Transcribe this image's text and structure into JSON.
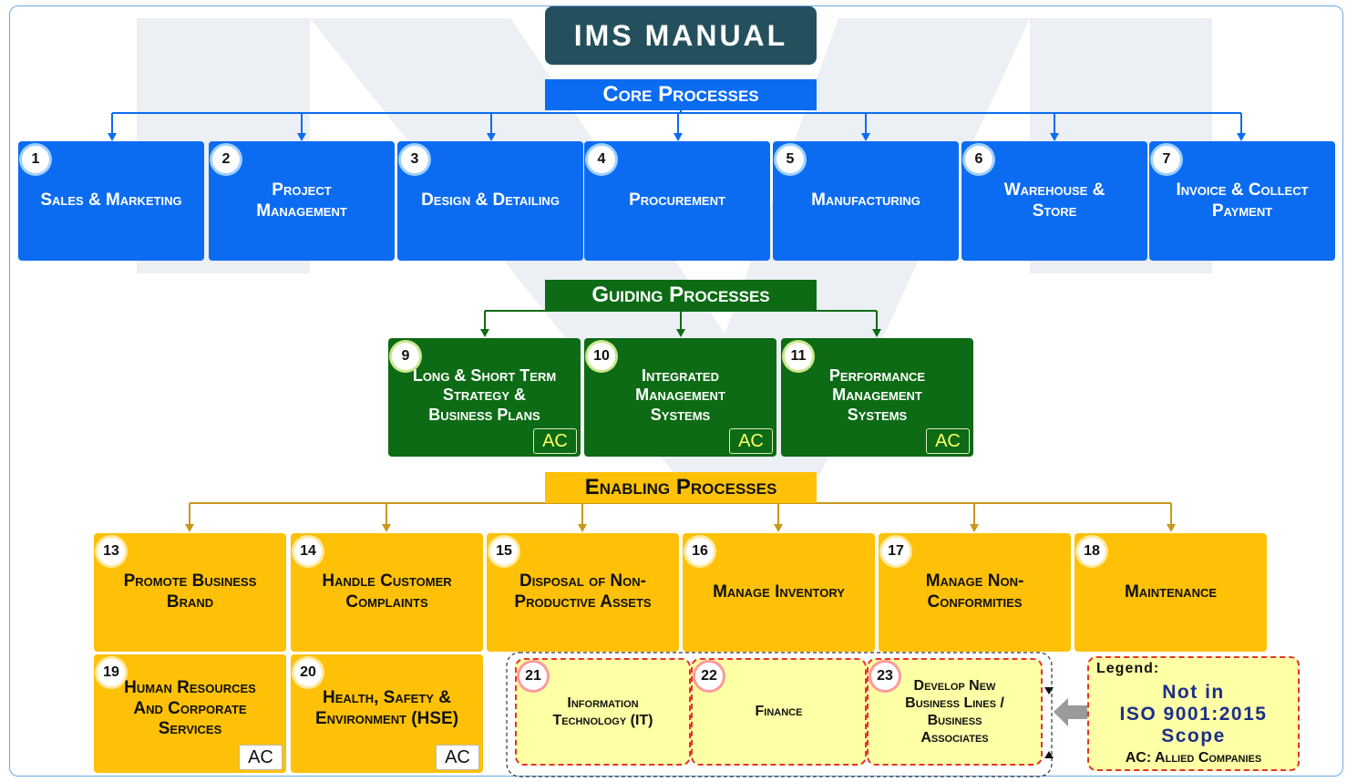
{
  "title": "IMS MANUAL",
  "colors": {
    "core": "#0b6cf2",
    "guiding": "#0c6b14",
    "enabling": "#fec107",
    "title_bg": "#24505e",
    "scope_fill": "#ffffa6",
    "scope_border": "#e53232"
  },
  "sections": {
    "core": {
      "label": "Core Processes",
      "items": [
        {
          "num": "1",
          "label": "Sales & Marketing"
        },
        {
          "num": "2",
          "label": "Project\nManagement"
        },
        {
          "num": "3",
          "label": "Design & Detailing"
        },
        {
          "num": "4",
          "label": "Procurement"
        },
        {
          "num": "5",
          "label": "Manufacturing"
        },
        {
          "num": "6",
          "label": "Warehouse &\nStore"
        },
        {
          "num": "7",
          "label": "Invoice & Collect\nPayment"
        }
      ]
    },
    "guiding": {
      "label": "Guiding Processes",
      "items": [
        {
          "num": "9",
          "label": "Long & Short Term\nStrategy &\nBusiness Plans",
          "tag": "AC"
        },
        {
          "num": "10",
          "label": "Integrated\nManagement\nSystems",
          "tag": "AC"
        },
        {
          "num": "11",
          "label": "Performance\nManagement\nSystems",
          "tag": "AC"
        }
      ]
    },
    "enabling": {
      "label": "Enabling Processes",
      "items": [
        {
          "num": "13",
          "label": "Promote Business\nBrand"
        },
        {
          "num": "14",
          "label": "Handle Customer\nComplaints"
        },
        {
          "num": "15",
          "label": "Disposal of Non-\nProductive Assets"
        },
        {
          "num": "16",
          "label": "Manage Inventory"
        },
        {
          "num": "17",
          "label": "Manage Non-\nConformities"
        },
        {
          "num": "18",
          "label": "Maintenance"
        },
        {
          "num": "19",
          "label": "Human Resources\nAnd Corporate\nServices",
          "tag": "AC"
        },
        {
          "num": "20",
          "label": "Health, Safety &\nEnvironment (HSE)",
          "tag": "AC"
        }
      ]
    },
    "out_of_scope": {
      "items": [
        {
          "num": "21",
          "label": "Information\nTechnology (IT)"
        },
        {
          "num": "22",
          "label": "Finance"
        },
        {
          "num": "23",
          "label": "Develop New\nBusiness Lines /\nBusiness\nAssociates"
        }
      ]
    }
  },
  "legend": {
    "heading": "Legend:",
    "note": "Not in\nISO 9001:2015\nScope",
    "ac": "AC: Allied Companies"
  }
}
